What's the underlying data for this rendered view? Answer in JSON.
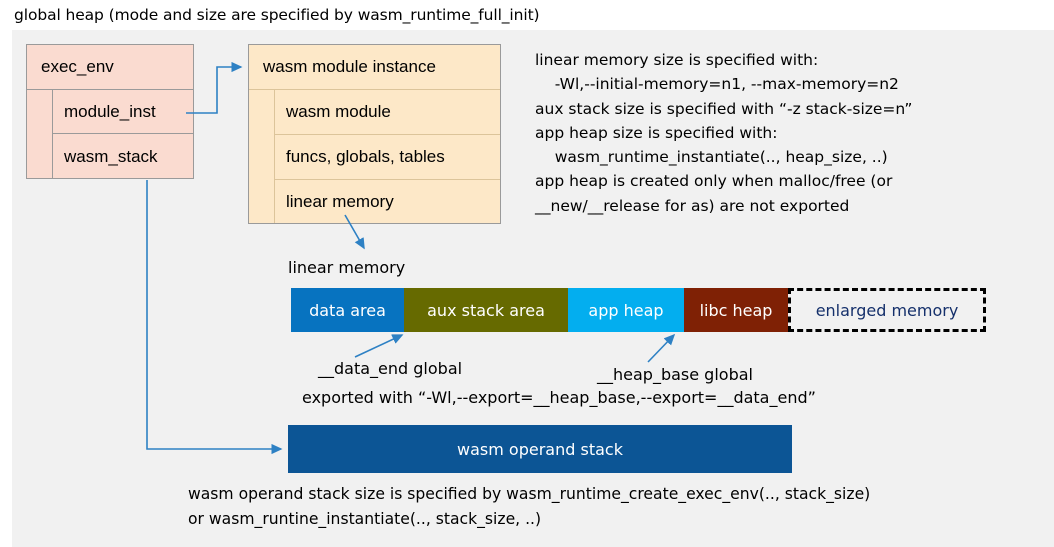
{
  "title": "global heap (mode and size are specified by wasm_runtime_full_init)",
  "exec_env": {
    "header": "exec_env",
    "rows": [
      {
        "label": "module_inst"
      },
      {
        "label": "wasm_stack"
      }
    ]
  },
  "wasm_module_instance": {
    "header": "wasm module instance",
    "rows": [
      {
        "label": "wasm module"
      },
      {
        "label": "funcs, globals, tables"
      },
      {
        "label": "linear memory"
      }
    ]
  },
  "right_note": "linear memory size is specified with:\n    -Wl,--initial-memory=n1, --max-memory=n2\naux stack size is specified with “-z stack-size=n”\napp heap size is specified with:\n    wasm_runtime_instantiate(.., heap_size, ..)\napp heap is created only when malloc/free (or\n__new/__release for as) are not exported",
  "linear_memory": {
    "label": "linear memory",
    "segments": [
      {
        "name": "data area",
        "color": "#0773c0",
        "text_color": "#ffffff",
        "width": 113
      },
      {
        "name": "aux stack area",
        "color": "#666a00",
        "text_color": "#ffffff",
        "width": 164
      },
      {
        "name": "app heap",
        "color": "#03aeef",
        "text_color": "#ffffff",
        "width": 116
      },
      {
        "name": "libc heap",
        "color": "#7f2105",
        "text_color": "#ffffff",
        "width": 104
      },
      {
        "name": "enlarged memory",
        "color": "#f1f1f1",
        "text_color": "#15306b",
        "width": 198
      }
    ]
  },
  "annotations": {
    "data_end": "__data_end global",
    "heap_base": "__heap_base global",
    "exported": "exported with “-Wl,--export=__heap_base,--export=__data_end”"
  },
  "operand_stack": {
    "label": "wasm operand stack",
    "color": "#0c5595"
  },
  "bottom_note": "wasm operand stack size is specified by wasm_runtime_create_exec_env(.., stack_size)\nor wasm_runtine_instantiate(.., stack_size, ..)",
  "colors": {
    "panel_bg": "#f1f1f1",
    "exec_env_bg": "#fadbd0",
    "module_bg": "#fde8c8",
    "connector": "#2e81c4"
  }
}
